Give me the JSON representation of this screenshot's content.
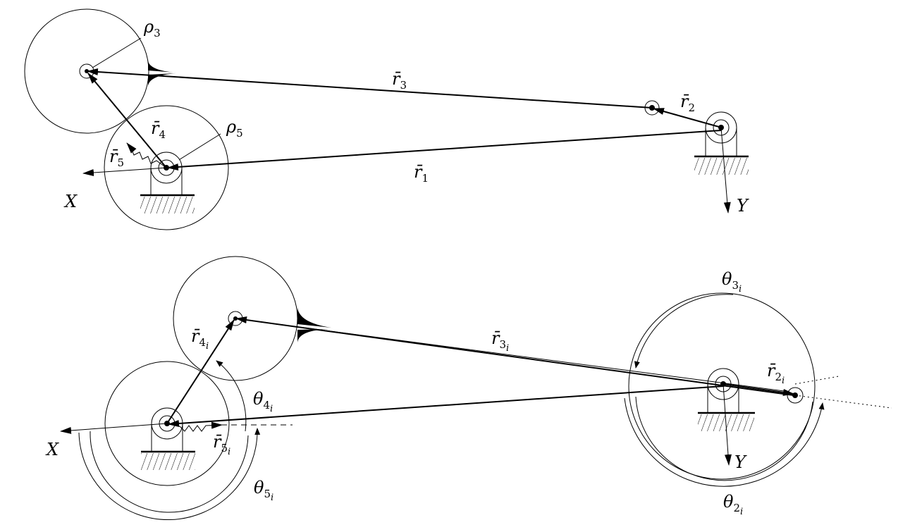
{
  "top": {
    "rho3": "ρ",
    "rho3_sub": "3",
    "rho5": "ρ",
    "rho5_sub": "5",
    "r1": "r̄",
    "r1_sub": "1",
    "r2": "r̄",
    "r2_sub": "2",
    "r3": "r̄",
    "r3_sub": "3",
    "r4": "r̄",
    "r4_sub": "4",
    "r5": "r̄",
    "r5_sub": "5",
    "x_axis": "X",
    "y_axis": "Y"
  },
  "bottom": {
    "r2i": "r̄",
    "r2i_sub": "2",
    "r2i_subsub": "i",
    "r3i": "r̄",
    "r3i_sub": "3",
    "r3i_subsub": "i",
    "r4i": "r̄",
    "r4i_sub": "4",
    "r4i_subsub": "i",
    "r5i": "r̄",
    "r5i_sub": "5",
    "r5i_subsub": "i",
    "theta2i": "θ",
    "theta2i_sub": "2",
    "theta2i_subsub": "i",
    "theta3i": "θ",
    "theta3i_sub": "3",
    "theta3i_subsub": "i",
    "theta4i": "θ",
    "theta4i_sub": "4",
    "theta4i_subsub": "i",
    "theta5i": "θ",
    "theta5i_sub": "5",
    "theta5i_subsub": "i",
    "x_axis": "X",
    "y_axis": "Y"
  }
}
